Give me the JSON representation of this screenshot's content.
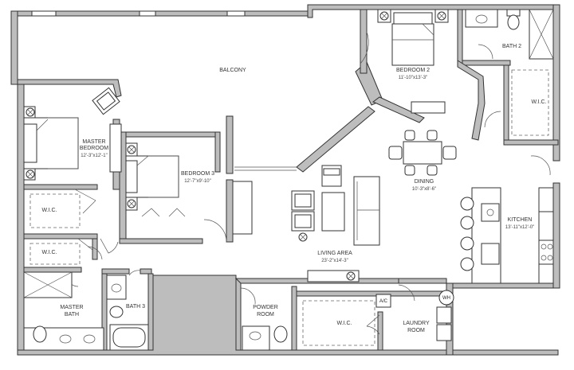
{
  "rooms": {
    "balcony": {
      "name": "BALCONY"
    },
    "bedroom2": {
      "name": "BEDROOM 2",
      "dim": "11'-10\"x13'-3\""
    },
    "bath2": {
      "name": "BATH 2"
    },
    "wic_bath2": {
      "name": "W.I.C."
    },
    "master_bedroom": {
      "name1": "MASTER",
      "name2": "BEDROOM",
      "dim": "12'-3\"x12'-1\""
    },
    "bedroom3": {
      "name": "BEDROOM 3",
      "dim": "12'-7\"x9'-10\""
    },
    "dining": {
      "name": "DINING",
      "dim": "10'-3\"x8'-6\""
    },
    "kitchen": {
      "name": "KITCHEN",
      "dim": "13'-11\"x12'-0\""
    },
    "living": {
      "name": "LIVING AREA",
      "dim": "23'-2\"x14'-3\""
    },
    "wic_master1": {
      "name": "W.I.C."
    },
    "wic_master2": {
      "name": "W.I.C."
    },
    "master_bath": {
      "name1": "MASTER",
      "name2": "BATH"
    },
    "bath3": {
      "name": "BATH 3"
    },
    "powder": {
      "name1": "POWDER",
      "name2": "ROOM"
    },
    "wic_laundry": {
      "name": "W.I.C."
    },
    "laundry": {
      "name1": "LAUNDRY",
      "name2": "ROOM"
    }
  },
  "fixtures": {
    "ac": "A/C",
    "wh": "WH"
  }
}
